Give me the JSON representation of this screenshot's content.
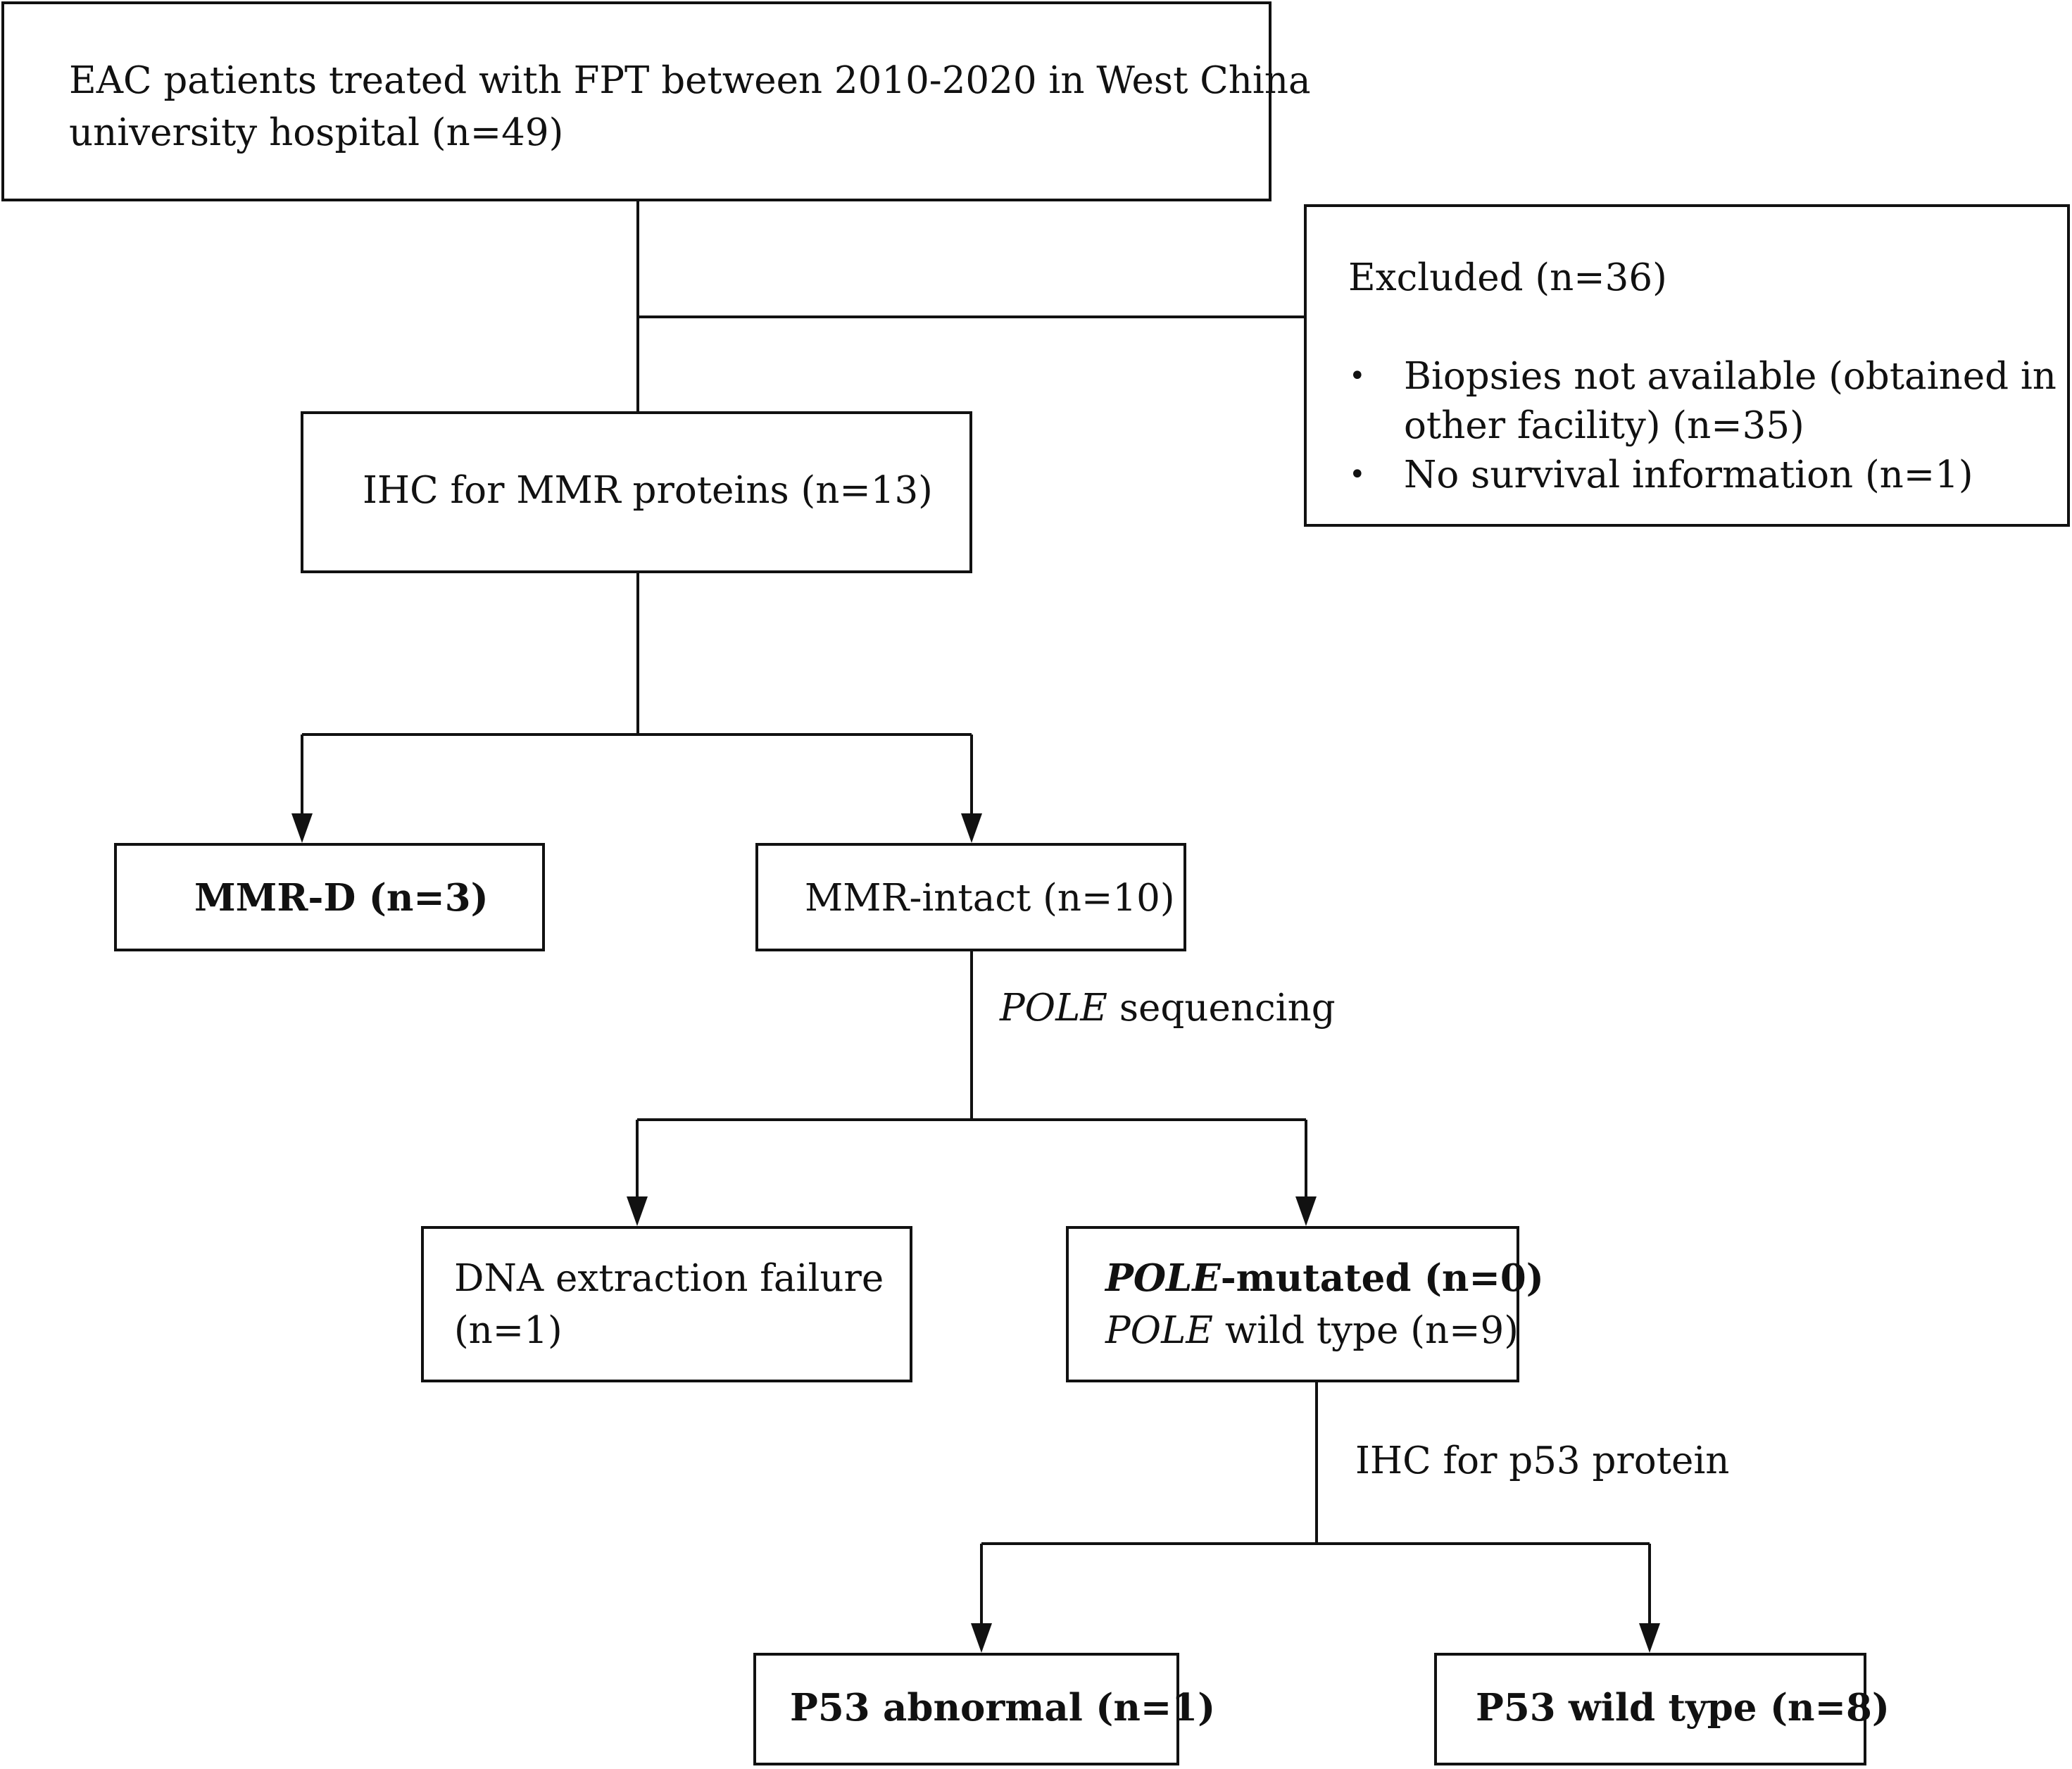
{
  "nodes": {
    "top": {
      "line1": "EAC patients treated with FPT between 2010-2020 in West China",
      "line2": "university hospital (n=49)"
    },
    "excluded": {
      "title": "Excluded (n=36)",
      "bullet_char": "•",
      "items": [
        {
          "line1": "Biopsies not available (obtained in",
          "line2": "other facility) (n=35)"
        },
        {
          "line1": "No survival information (n=1)"
        }
      ]
    },
    "ihc_mmr": {
      "label": "IHC for MMR proteins (n=13)"
    },
    "mmr_d": {
      "label": "MMR-D (n=3)"
    },
    "mmr_intact": {
      "label": "MMR-intact (n=10)"
    },
    "dna_failure": {
      "line1": "DNA extraction failure",
      "line2": "(n=1)"
    },
    "pole_result": {
      "mutated_gene": "POLE",
      "mutated_rest": "-mutated (n=0)",
      "wild_gene": "POLE",
      "wild_rest": " wild type (n=9)"
    },
    "p53_abnormal": {
      "label": "P53 abnormal (n=1)"
    },
    "p53_wild": {
      "label": "P53 wild type (n=8)"
    }
  },
  "edge_labels": {
    "pole_seq_gene": "POLE",
    "pole_seq_rest": " sequencing",
    "ihc_p53": "IHC for p53 protein"
  },
  "colors": {
    "line": "#111111",
    "box_border": "#111111",
    "background": "#ffffff"
  }
}
